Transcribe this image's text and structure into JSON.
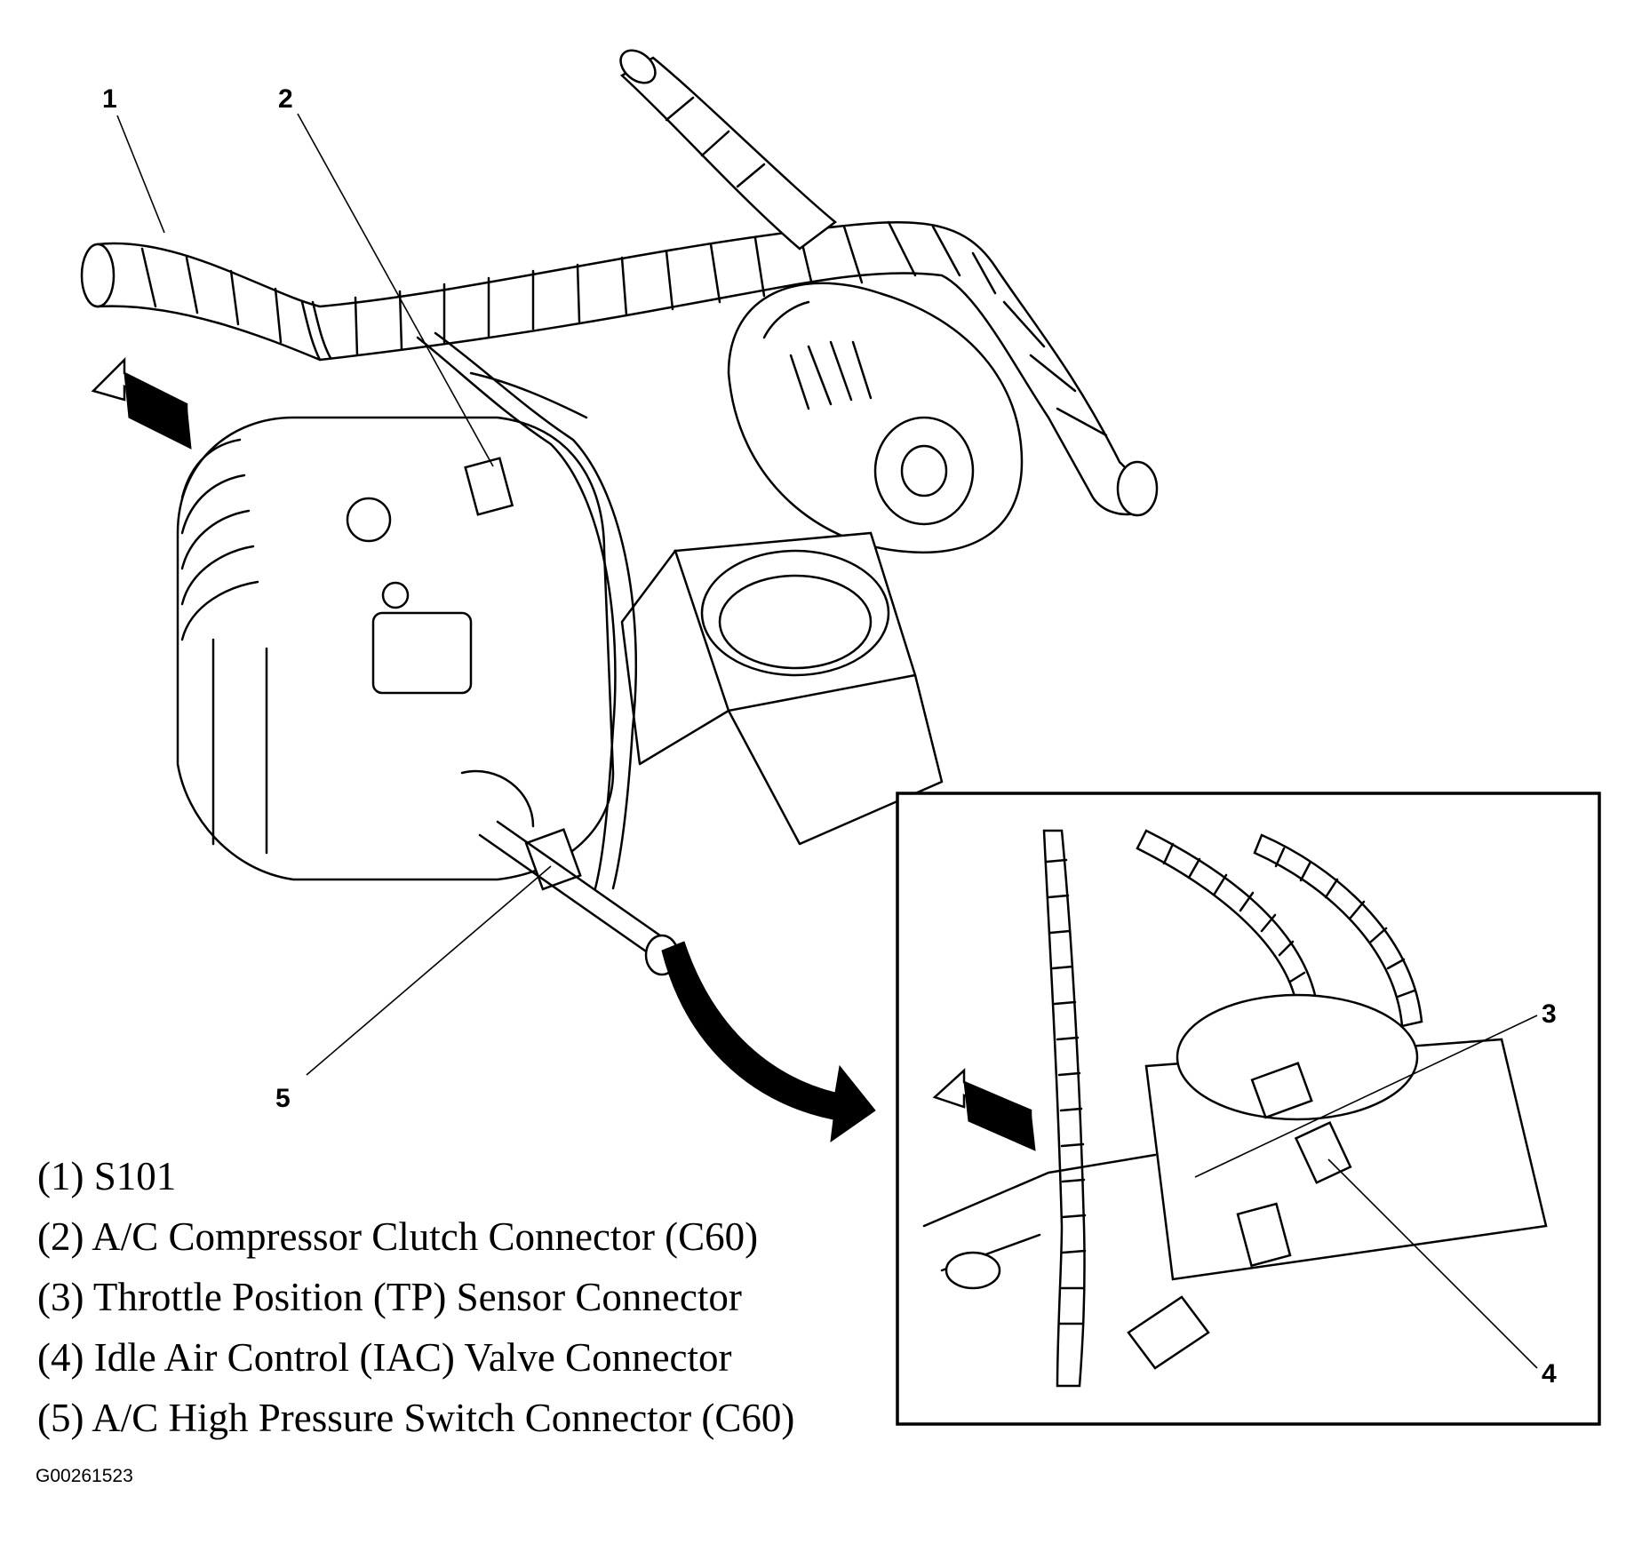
{
  "callouts": [
    {
      "id": "1",
      "text": "1"
    },
    {
      "id": "2",
      "text": "2"
    },
    {
      "id": "3",
      "text": "3"
    },
    {
      "id": "4",
      "text": "4"
    },
    {
      "id": "5",
      "text": "5"
    }
  ],
  "legend": [
    {
      "text": "(1) S101"
    },
    {
      "text": "(2) A/C Compressor Clutch Connector (C60)"
    },
    {
      "text": "(3) Throttle Position (TP) Sensor Connector"
    },
    {
      "text": "(4) Idle Air Control (IAC) Valve Connector"
    },
    {
      "text": "(5) A/C High Pressure Switch Connector (C60)"
    }
  ],
  "figure_id": "G00261523"
}
